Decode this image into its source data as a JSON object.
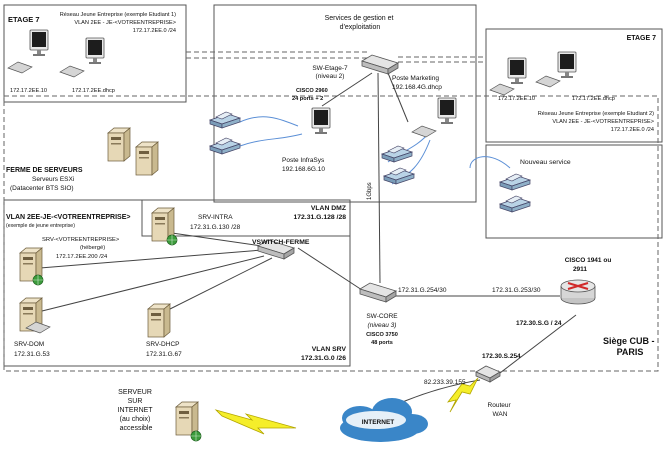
{
  "floor_left": {
    "title": "ETAGE 7",
    "network": "Réseau Jeune Entreprise (exemple Etudiant 1)",
    "vlan": "VLAN 2EE - JE-<VOTREENTREPRISE>",
    "subnet": "172.17.2EE.0 /24",
    "pc1_ip": "172.17.2EE.10",
    "pc2_ip": "172.17.2EE.dhcp"
  },
  "services": {
    "title": "Services de gestion et\nd'exploitation",
    "switch_name": "SW-Etage-7",
    "switch_level": "(niveau 2)",
    "switch_model": "CISCO 2960",
    "switch_ports": "24 ports + 2",
    "marketing_name": "Poste Marketing",
    "marketing_ip": "192.168.4G.dhcp",
    "infrasys_name": "Poste InfraSys",
    "infrasys_ip": "192.168.6G.10"
  },
  "floor_right": {
    "title": "ETAGE 7",
    "pc1_ip": "172.17.2EE.10",
    "pc2_ip": "172.17.2EE.dhcp",
    "network": "Réseau Jeune Entreprise (exemple Etudiant 2)",
    "vlan": "VLAN 2EE - JE-<VOTREENTREPRISE>",
    "subnet": "172.17.2EE.0 /24"
  },
  "new_service": {
    "title": "Nouveau service"
  },
  "server_farm": {
    "title": "FERME DE SERVEURS",
    "line2": "Serveurs ESXi",
    "line3": "(Datacenter BTS SIO)"
  },
  "vlan_je": {
    "title": "VLAN 2EE-JE-<VOTREENTREPRISE>",
    "subtitle": "(exemple de jeune entreprise)"
  },
  "vlan_dmz": {
    "title": "VLAN DMZ",
    "subnet": "172.31.G.128 /28"
  },
  "vlan_srv": {
    "title": "VLAN SRV",
    "subnet": "172.31.G.0 /26"
  },
  "srv_intra": {
    "name": "SRV-INTRA",
    "ip": "172.31.G.130 /28"
  },
  "vswitch": {
    "name": "VSWITCH-FERME"
  },
  "srv_hosted": {
    "name": "SRV-<VOTREENTREPRISE>",
    "note": "(hébergé)",
    "ip": "172.17.2EE.200 /24"
  },
  "srv_dom": {
    "name": "SRV-DOM",
    "ip": "172.31.G.53"
  },
  "srv_dhcp": {
    "name": "SRV-DHCP",
    "ip": "172.31.G.67"
  },
  "sw_core": {
    "name": "SW-CORE",
    "level": "(niveau 3)",
    "model": "CISCO 3750",
    "ports": "48 ports",
    "ip": "172.31.G.254/30"
  },
  "uplink": {
    "label": "1Gbps"
  },
  "router": {
    "model": "CISCO 1941 ou",
    "model2": "2911",
    "ip_lan": "172.31.G.253/30",
    "ip_wan": "172.30.S.G / 24"
  },
  "site": {
    "name": "Siège CUB -\nPARIS"
  },
  "wan_router": {
    "name": "Routeur\nWAN",
    "ip": "172.30.S.254",
    "public_ip": "82.233.39.155"
  },
  "internet": {
    "label": "INTERNET"
  },
  "remote_server": {
    "label": "SERVEUR\nSUR\nINTERNET\n(au choix)\naccessible"
  }
}
